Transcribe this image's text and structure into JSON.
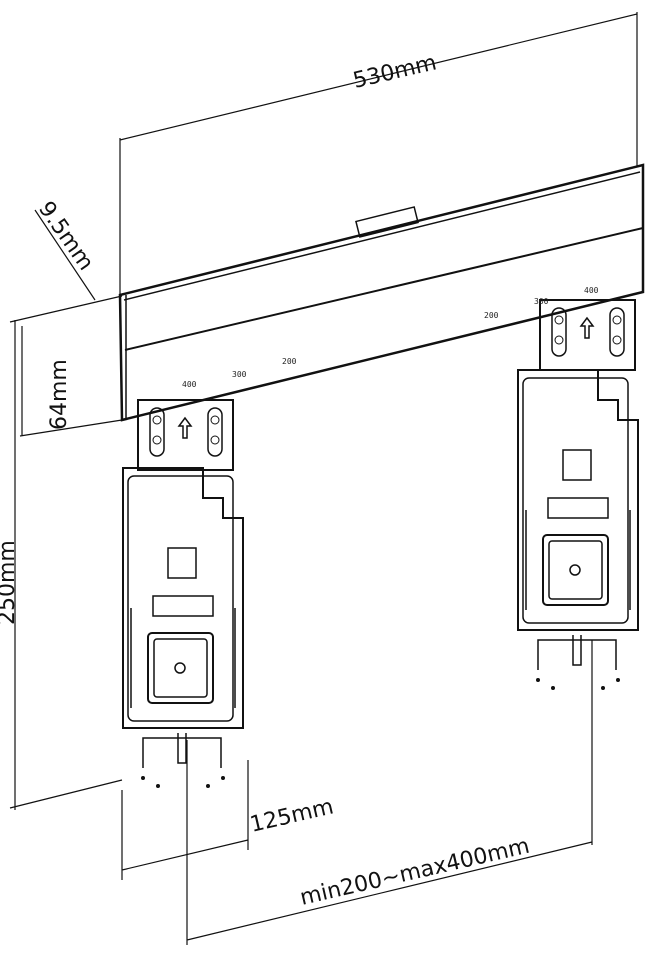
{
  "dimensions": {
    "width": "530mm",
    "depth": "9.5mm",
    "rail_height": "64mm",
    "total_height": "250mm",
    "plate_width": "125mm",
    "spacing": "min200~max400mm"
  },
  "rail_marks": {
    "left": [
      "400",
      "300",
      "200"
    ],
    "right": [
      "200",
      "300",
      "400"
    ]
  },
  "colors": {
    "line": "#111111",
    "background": "#ffffff"
  }
}
